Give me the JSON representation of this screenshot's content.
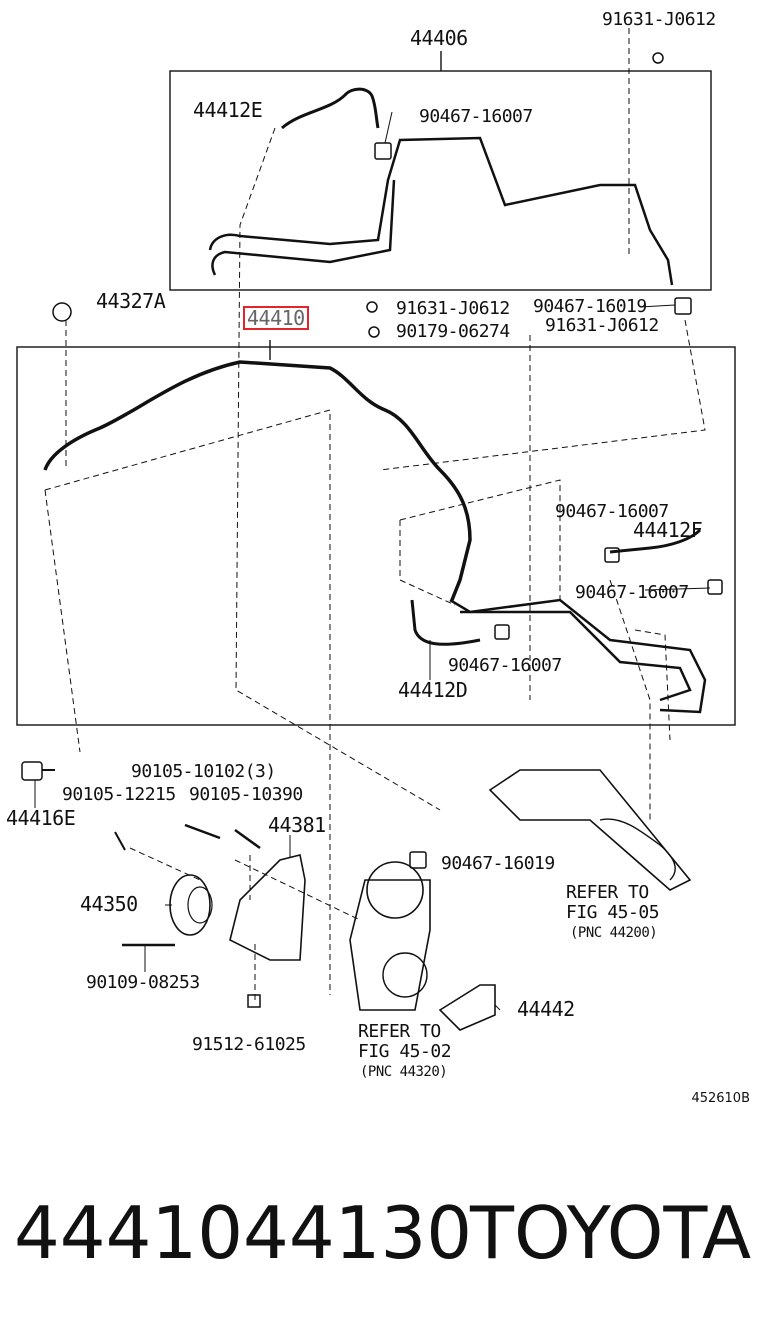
{
  "labels": {
    "l44406": "44406",
    "l91631a": "91631-J0612",
    "l44412e": "44412E",
    "l90467a": "90467-16007",
    "l44327a": "44327A",
    "l44410": "44410",
    "l91631b": "91631-J0612",
    "l90467b": "90467-16019",
    "l90179": "90179-06274",
    "l91631c": "91631-J0612",
    "l90467c": "90467-16007",
    "l44412f": "44412F",
    "l90467d": "90467-16007",
    "l90467e": "90467-16007",
    "l44412d": "44412D",
    "l44416e": "44416E",
    "l90105a": "90105-10102(3)",
    "l90105b": "90105-12215",
    "l90105c": "90105-10390",
    "l44381": "44381",
    "l90467f": "90467-16019",
    "l44350": "44350",
    "l90109": "90109-08253",
    "l91512": "91512-61025",
    "l44442": "44442",
    "refer1a": "REFER TO",
    "refer1b": "FIG 45-05",
    "refer1c": "(PNC 44200)",
    "refer2a": "REFER TO",
    "refer2b": "FIG 45-02",
    "refer2c": "(PNC 44320)"
  },
  "figure_code": "452610B",
  "footer": {
    "part_number": "4441044130",
    "brand": "TOYOTA"
  },
  "colors": {
    "highlight": "#e0262a",
    "ink": "#111111"
  }
}
